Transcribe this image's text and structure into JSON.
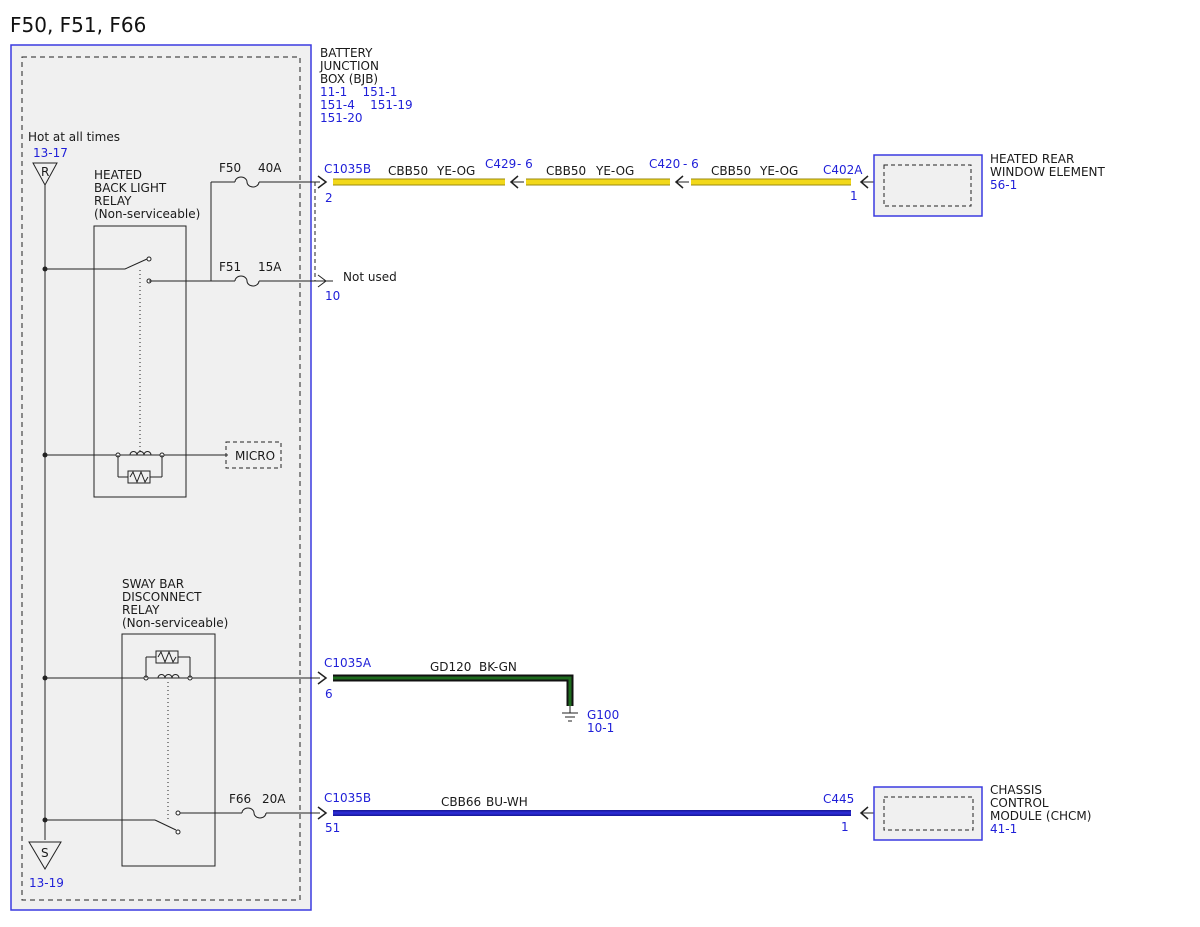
{
  "page_title": "F50, F51, F66",
  "bjb": {
    "name_lines": [
      "BATTERY",
      "JUNCTION",
      "BOX (BJB)"
    ],
    "refs_line1": "11-1    151-1",
    "refs_line2": "151-4    151-19",
    "refs_line3": "151-20"
  },
  "power_in": {
    "label": "Hot at all times",
    "ref": "13-17",
    "symbol": "R"
  },
  "power_out": {
    "ref": "13-19",
    "symbol": "S"
  },
  "relay1": {
    "name_lines": [
      "HEATED",
      "BACK LIGHT",
      "RELAY",
      "(Non-serviceable)"
    ]
  },
  "relay2": {
    "name_lines": [
      "SWAY BAR",
      "DISCONNECT",
      "RELAY",
      "(Non-serviceable)"
    ]
  },
  "micro_label": "MICRO",
  "fuses": [
    {
      "id": "F50",
      "rating": "40A"
    },
    {
      "id": "F51",
      "rating": "15A"
    },
    {
      "id": "F66",
      "rating": "20A"
    }
  ],
  "circuit_f50": {
    "bjb_connector": "C1035B",
    "bjb_pin": "2",
    "segments": [
      {
        "circuit": "CBB50",
        "color": "YE-OG"
      },
      {
        "circuit": "CBB50",
        "color": "YE-OG"
      },
      {
        "circuit": "CBB50",
        "color": "YE-OG"
      }
    ],
    "inline1": "C429",
    "inline1_pin": "- 6",
    "inline2": "C420",
    "inline2_pin": "- 6",
    "end_connector": "C402A",
    "end_pin": "1",
    "component_lines": [
      "HEATED REAR",
      "WINDOW ELEMENT"
    ],
    "component_ref": "56-1",
    "wire_color_hex": "#f2d81a"
  },
  "circuit_f51": {
    "pin": "10",
    "label": "Not used"
  },
  "circuit_ground": {
    "connector": "C1035A",
    "pin": "6",
    "circuit": "GD120",
    "color": "BK-GN",
    "ground": "G100",
    "ground_ref": "10-1",
    "wire_color_hex": "#1e6b1e"
  },
  "circuit_f66": {
    "bjb_connector": "C1035B",
    "bjb_pin": "51",
    "circuit": "CBB66",
    "color": "BU-WH",
    "end_connector": "C445",
    "end_pin": "1",
    "component_lines": [
      "CHASSIS",
      "CONTROL",
      "MODULE (CHCM)"
    ],
    "component_ref": "41-1",
    "wire_color_hex": "#2a2ad0"
  },
  "colors": {
    "frame_blue": "#3a3ae0",
    "link_blue": "#1f1fd8",
    "box_fill": "#f0f0f0"
  }
}
